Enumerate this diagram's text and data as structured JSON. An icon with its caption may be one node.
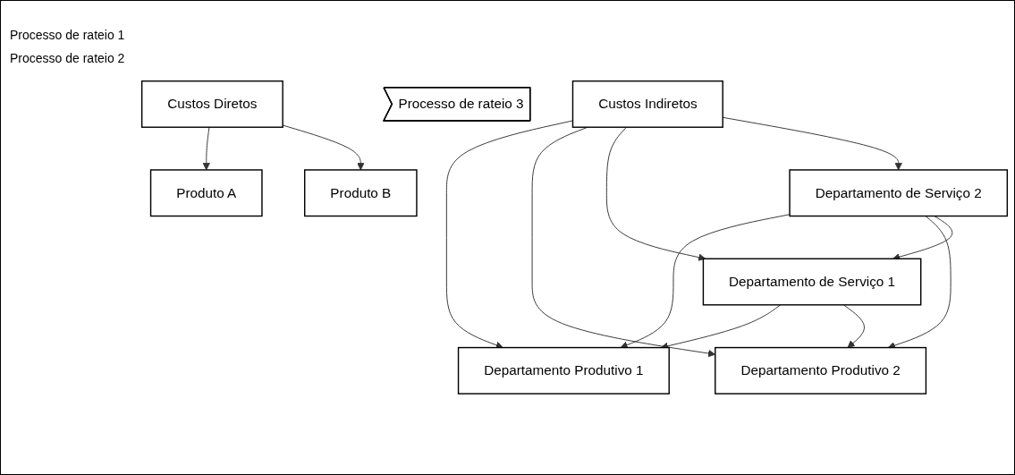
{
  "diagram": {
    "nodes": [
      {
        "text": [
          "Custos Indiretos"
        ]
      },
      {
        "text": [
          "Departamento Produtivo 1"
        ]
      },
      {
        "text": [
          "Departamento Produtivo 2"
        ]
      },
      {
        "text": [
          "Departamento de Serviço 1"
        ]
      },
      {
        "text": [
          "Departamento de Serviço 2"
        ]
      },
      {
        "text": [
          "Processo de rateio 3"
        ]
      },
      {
        "text": [
          "Custos Diretos"
        ]
      },
      {
        "text": [
          "Produto A"
        ]
      },
      {
        "text": [
          "Produto B"
        ]
      }
    ],
    "edges": [
      {
        "from": 0,
        "to": 1,
        "arrow": "to"
      },
      {
        "from": 0,
        "to": 2,
        "arrow": "to"
      },
      {
        "from": 0,
        "to": 3,
        "arrow": "to"
      },
      {
        "from": 0,
        "to": 4,
        "arrow": "to"
      },
      {
        "from": 3,
        "to": 1,
        "arrow": "to"
      },
      {
        "from": 3,
        "to": 2,
        "arrow": "to"
      },
      {
        "from": 4,
        "to": 1,
        "arrow": "to"
      },
      {
        "from": 4,
        "to": 2,
        "arrow": "to"
      },
      {
        "from": 4,
        "to": 3,
        "arrow": "to"
      },
      {
        "from": 6,
        "to": 7,
        "arrow": "to"
      },
      {
        "from": 6,
        "to": 8,
        "arrow": "to"
      }
    ],
    "labels": [
      "Processo de rateio 1",
      "Processo de rateio 2"
    ]
  }
}
